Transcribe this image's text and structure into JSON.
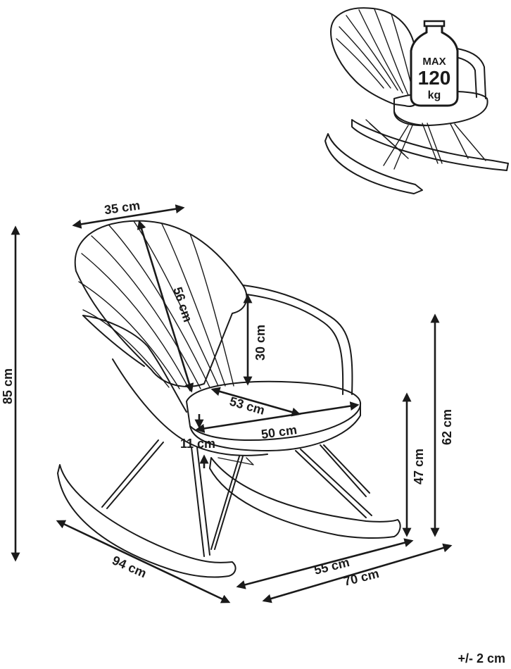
{
  "weight_badge": {
    "line1": "MAX",
    "line2": "120",
    "line3": "kg"
  },
  "dimensions": {
    "backrest_width": "35 cm",
    "backrest_height": "56 cm",
    "armrest_height": "30 cm",
    "seat_depth": "53 cm",
    "seat_width": "50 cm",
    "seat_thickness": "11 cm",
    "total_height": "85 cm",
    "arm_height": "62 cm",
    "seat_height": "47 cm",
    "rocker_length": "94 cm",
    "depth": "55 cm",
    "width": "70 cm"
  },
  "tolerance": "+/- 2 cm"
}
